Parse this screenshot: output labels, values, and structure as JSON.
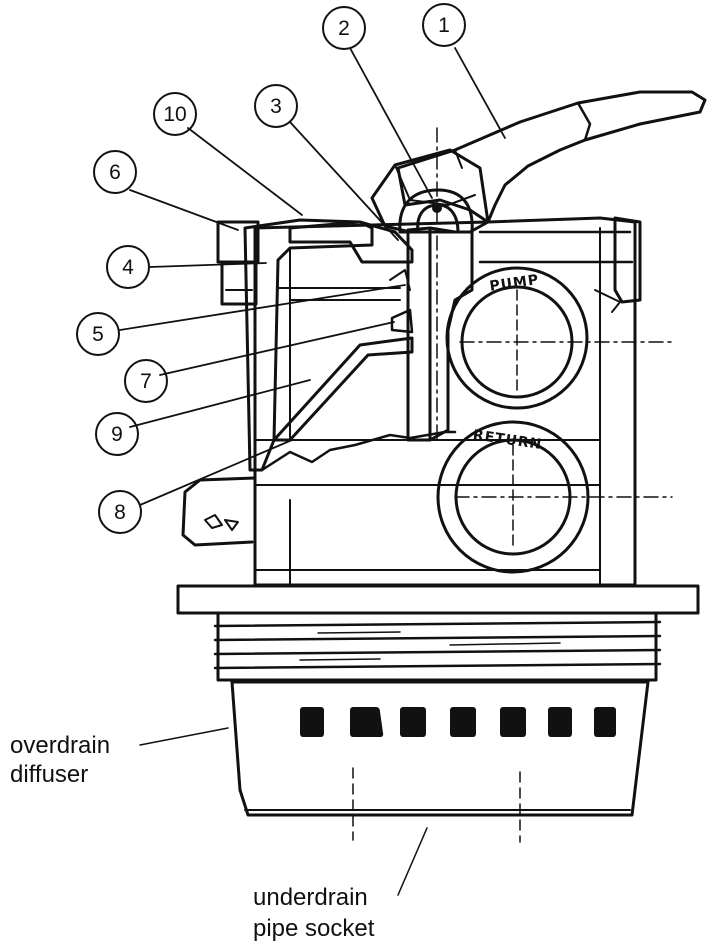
{
  "callouts": [
    {
      "number": "1"
    },
    {
      "number": "2"
    },
    {
      "number": "3"
    },
    {
      "number": "4"
    },
    {
      "number": "5"
    },
    {
      "number": "6"
    },
    {
      "number": "7"
    },
    {
      "number": "8"
    },
    {
      "number": "9"
    },
    {
      "number": "10"
    }
  ],
  "ports": {
    "pump": "PUMP",
    "return": "RETURN"
  },
  "labels": {
    "overdrain_line1": "overdrain",
    "overdrain_line2": "diffuser",
    "underdrain_line1": "underdrain",
    "underdrain_line2": "pipe socket"
  },
  "colors": {
    "ink": "#111111",
    "paper": "#ffffff",
    "hatch": "#111111"
  }
}
